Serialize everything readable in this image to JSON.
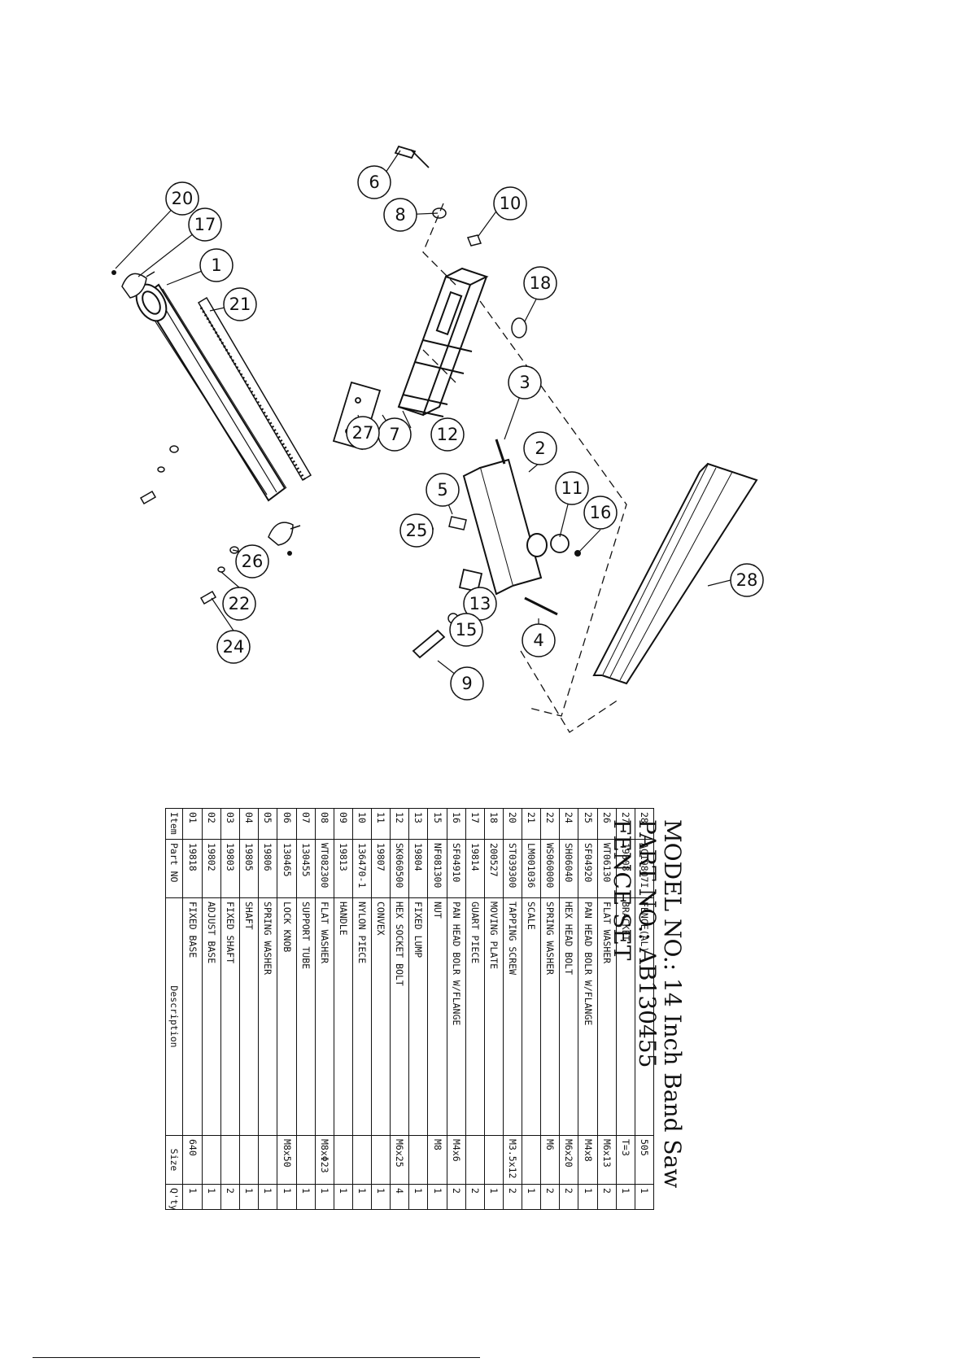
{
  "title": {
    "model_line": "MODEL NO.: 14 Inch Band Saw",
    "part_line": "PART NO.: AB130455",
    "assembly_name": "FENCE SET"
  },
  "diagram": {
    "callouts": [
      "1",
      "2",
      "3",
      "4",
      "5",
      "6",
      "7",
      "8",
      "9",
      "10",
      "11",
      "12",
      "13",
      "15",
      "16",
      "17",
      "18",
      "20",
      "21",
      "22",
      "24",
      "25",
      "26",
      "27",
      "28"
    ]
  },
  "parts_table": {
    "headers": {
      "item": "Item",
      "part_no": "Part NO",
      "description": "Description",
      "size": "Size",
      "qty": "Q'ty"
    },
    "rows": [
      {
        "item": "28",
        "part_no": "AC19807I",
        "description": "FENCE(AL)",
        "size": "505",
        "qty": "1"
      },
      {
        "item": "27",
        "part_no": "19808",
        "description": "BRACKET",
        "size": "T=3",
        "qty": "1"
      },
      {
        "item": "26",
        "part_no": "WT06130",
        "description": "FLAT WASHER",
        "size": "M6x13",
        "qty": "2"
      },
      {
        "item": "25",
        "part_no": "SF04920",
        "description": "PAN HEAD BOLR W/FLANGE",
        "size": "M4x8",
        "qty": "1"
      },
      {
        "item": "24",
        "part_no": "SH06040",
        "description": "HEX HEAD BOLT",
        "size": "M6x20",
        "qty": "2"
      },
      {
        "item": "22",
        "part_no": "WS060000",
        "description": "SPRING WASHER",
        "size": "M6",
        "qty": "2"
      },
      {
        "item": "21",
        "part_no": "LM001036",
        "description": "SCALE",
        "size": "",
        "qty": "1"
      },
      {
        "item": "20",
        "part_no": "ST039300",
        "description": "TAPPING SCREW",
        "size": "M3.5x12",
        "qty": "2"
      },
      {
        "item": "18",
        "part_no": "200527",
        "description": "MOVING PLATE",
        "size": "",
        "qty": "1"
      },
      {
        "item": "17",
        "part_no": "19814",
        "description": "GUART PIECE",
        "size": "",
        "qty": "2"
      },
      {
        "item": "16",
        "part_no": "SF04910",
        "description": "PAN HEAD BOLR W/FLANGE",
        "size": "M4x6",
        "qty": "2"
      },
      {
        "item": "15",
        "part_no": "NF081300",
        "description": "NUT",
        "size": "M8",
        "qty": "1"
      },
      {
        "item": "13",
        "part_no": "19804",
        "description": "FIXED LUMP",
        "size": "",
        "qty": "1"
      },
      {
        "item": "12",
        "part_no": "SK060500",
        "description": "HEX SOCKET BOLT",
        "size": "M6x25",
        "qty": "4"
      },
      {
        "item": "11",
        "part_no": "19807",
        "description": "CONVEX",
        "size": "",
        "qty": "1"
      },
      {
        "item": "10",
        "part_no": "136470-1",
        "description": "NYLON PIECE",
        "size": "",
        "qty": "1"
      },
      {
        "item": "09",
        "part_no": "19813",
        "description": "HANDLE",
        "size": "",
        "qty": "1"
      },
      {
        "item": "08",
        "part_no": "WT082300",
        "description": "FLAT WASHER",
        "size": "M8xΦ23",
        "qty": "1"
      },
      {
        "item": "07",
        "part_no": "130455",
        "description": "SUPPORT TUBE",
        "size": "",
        "qty": "1"
      },
      {
        "item": "06",
        "part_no": "130465",
        "description": "LOCK KNOB",
        "size": "M8x50",
        "qty": "1"
      },
      {
        "item": "05",
        "part_no": "19806",
        "description": "SPRING WASHER",
        "size": "",
        "qty": "1"
      },
      {
        "item": "04",
        "part_no": "19805",
        "description": "SHAFT",
        "size": "",
        "qty": "1"
      },
      {
        "item": "03",
        "part_no": "19803",
        "description": "FIXED SHAFT",
        "size": "",
        "qty": "2"
      },
      {
        "item": "02",
        "part_no": "19802",
        "description": "ADJUST BASE",
        "size": "",
        "qty": "1"
      },
      {
        "item": "01",
        "part_no": "19818",
        "description": "FIXED BASE",
        "size": "640",
        "qty": "1"
      }
    ]
  }
}
